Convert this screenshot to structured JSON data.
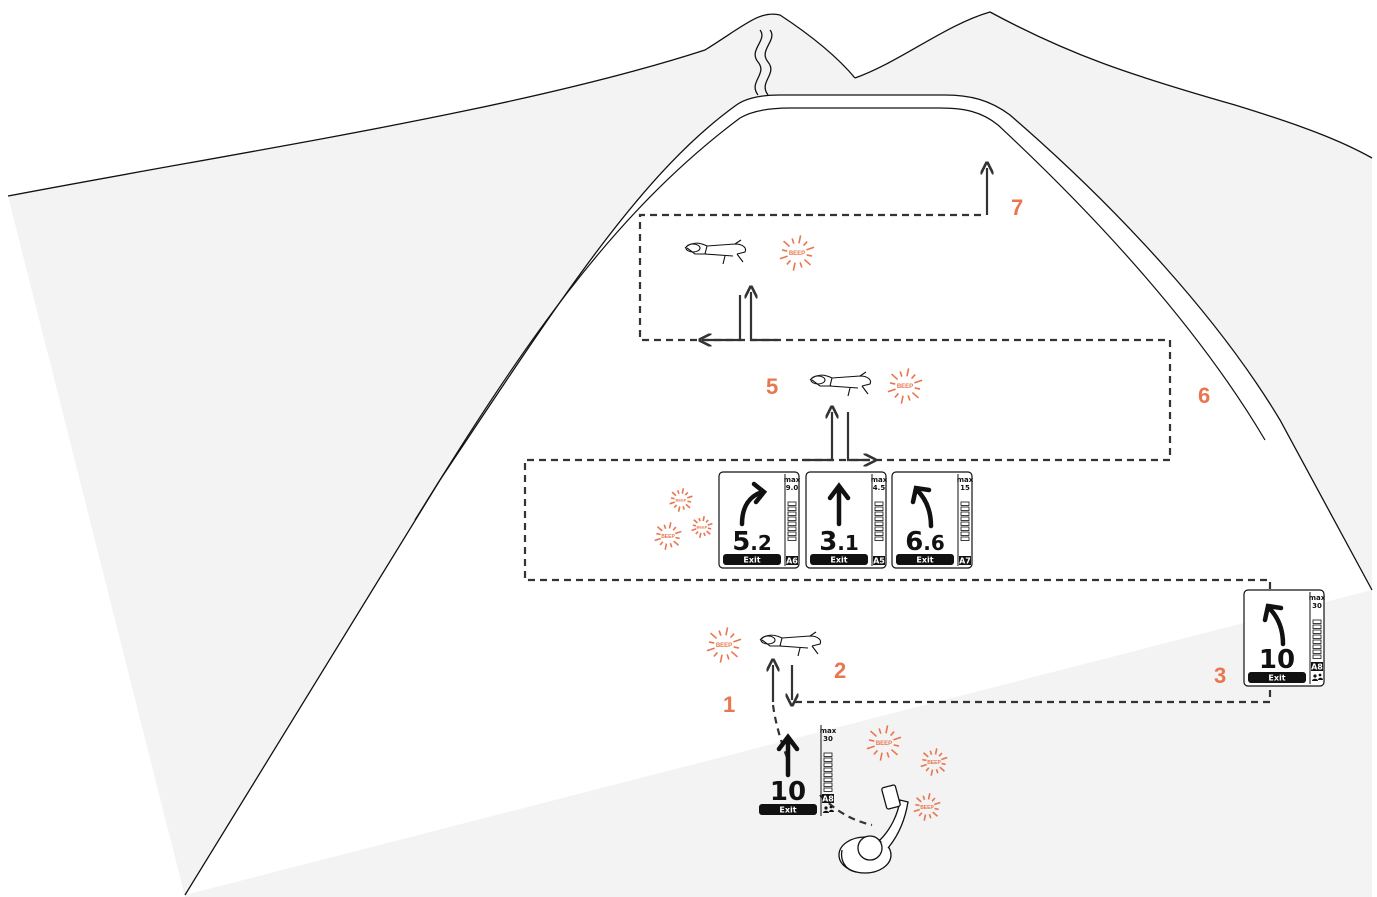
{
  "colors": {
    "accent": "#e8764f",
    "terrain_fill": "#f3f3f3",
    "line": "#111111",
    "path": "#333333"
  },
  "step_numbers": [
    "1",
    "2",
    "3",
    "5",
    "6",
    "7"
  ],
  "beep_label": "BEEP",
  "devices": [
    {
      "id": "bottom",
      "distance_int": "10",
      "distance_dec": "",
      "max_label": "max",
      "max_value": "30",
      "antenna": "A8",
      "exit_label": "Exit",
      "arrow": "up-arrow-icon",
      "group_icon": "group-icon"
    },
    {
      "id": "right",
      "distance_int": "10",
      "distance_dec": "",
      "max_label": "max",
      "max_value": "30",
      "antenna": "A8",
      "exit_label": "Exit",
      "arrow": "curve-left-arrow-icon",
      "group_icon": "group-icon"
    },
    {
      "id": "a6",
      "distance_int": "5",
      "distance_dec": "2",
      "max_label": "max",
      "max_value": "9.0",
      "antenna": "A6",
      "exit_label": "Exit",
      "arrow": "curve-right-arrow-icon"
    },
    {
      "id": "a5",
      "distance_int": "3",
      "distance_dec": "1",
      "max_label": "max",
      "max_value": "4.5",
      "antenna": "A5",
      "exit_label": "Exit",
      "arrow": "up-arrow-icon"
    },
    {
      "id": "a7",
      "distance_int": "6",
      "distance_dec": "6",
      "max_label": "max",
      "max_value": "15",
      "antenna": "A7",
      "exit_label": "Exit",
      "arrow": "curve-left-arrow-icon"
    }
  ]
}
